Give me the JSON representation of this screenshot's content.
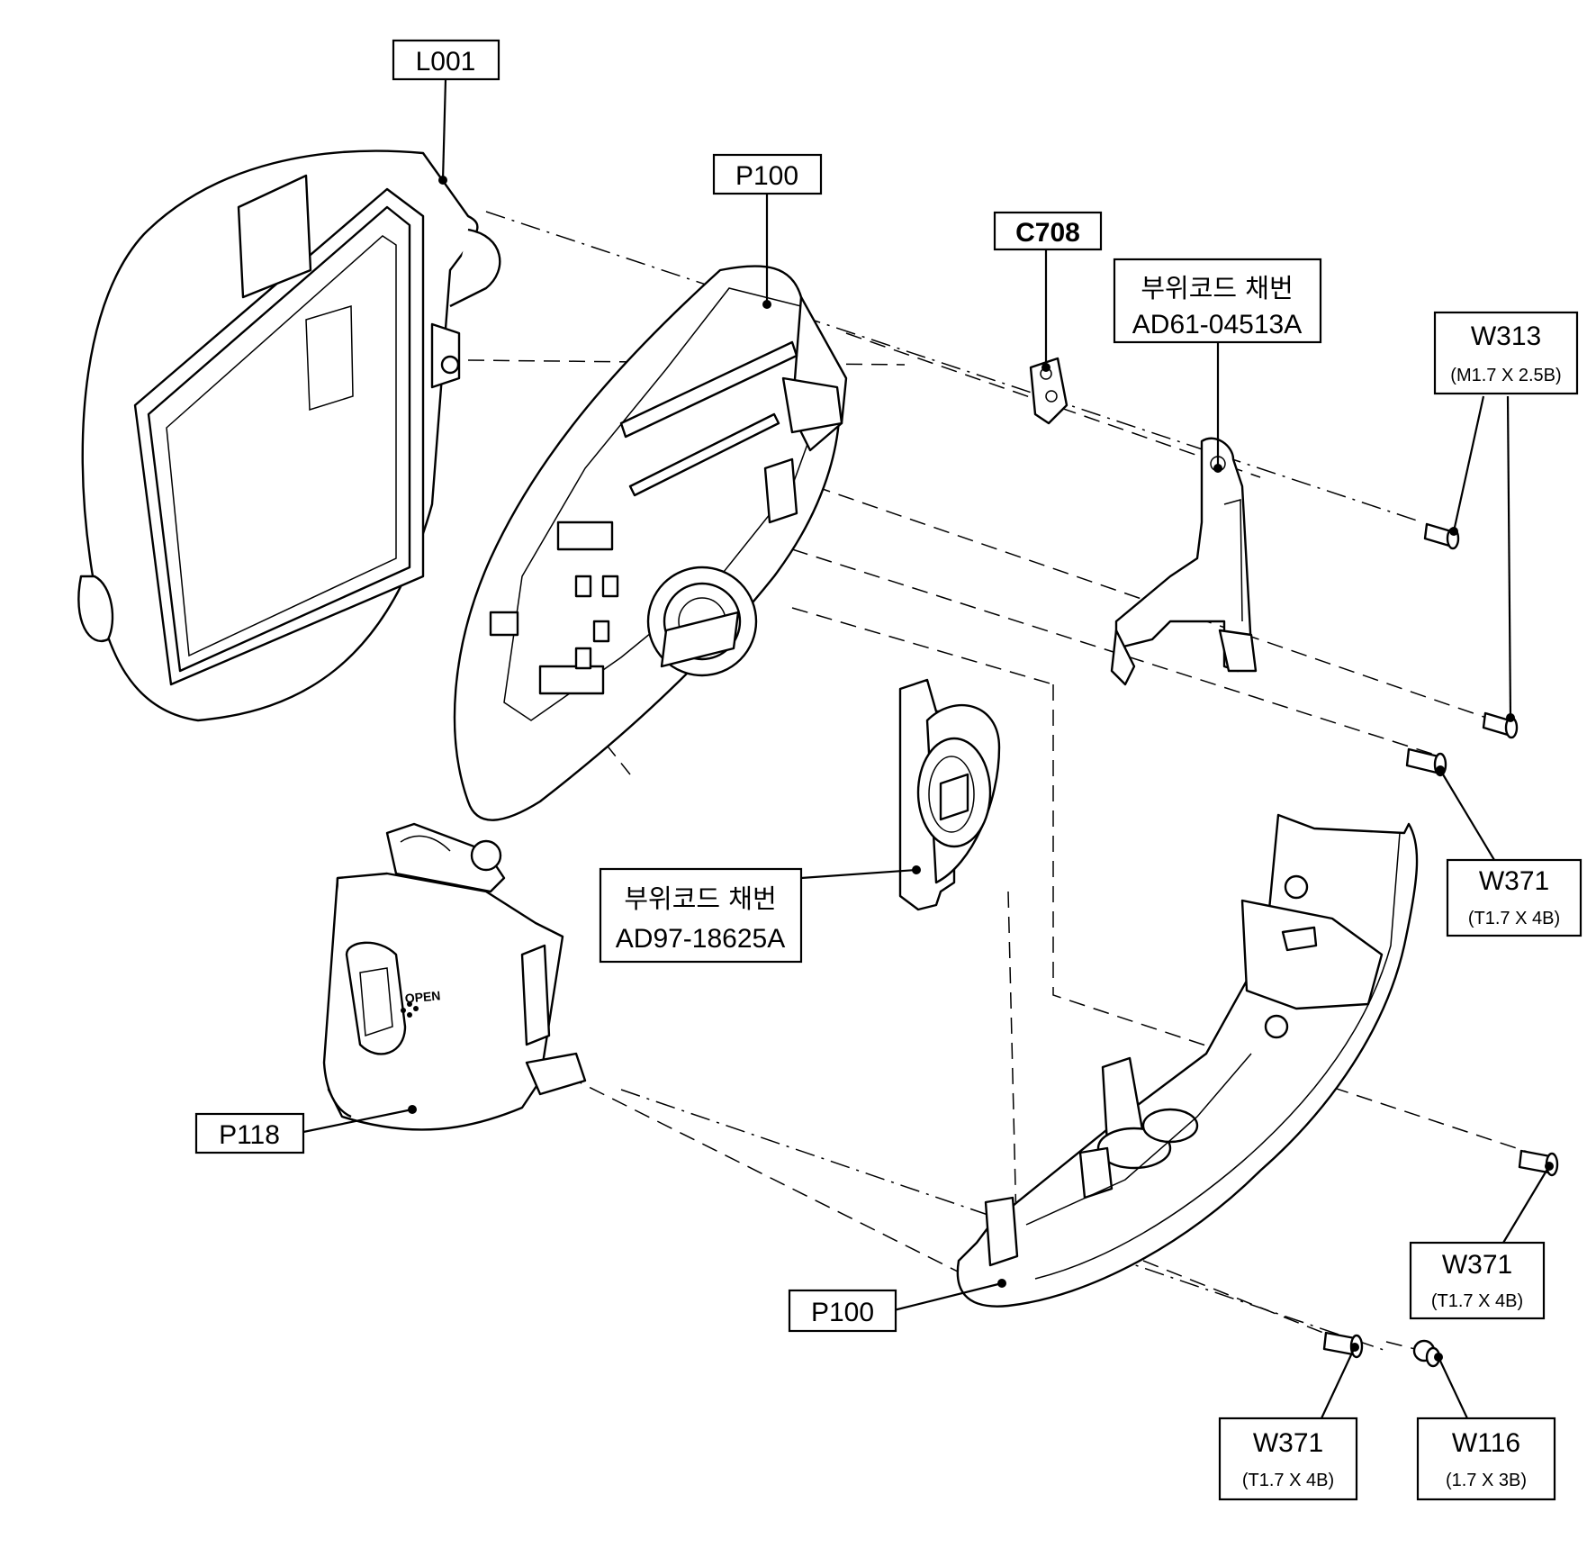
{
  "labels": {
    "l001": "L001",
    "p100_top": "P100",
    "c708": "C708",
    "kor_1": "부위코드 채번",
    "code_1": "AD61-04513A",
    "w313": "W313",
    "w313_spec": "(M1.7 X 2.5B)",
    "w371_a": "W371",
    "w371_a_spec": "(T1.7 X 4B)",
    "kor_2": "부위코드 채번",
    "code_2": "AD97-18625A",
    "p118": "P118",
    "w371_b": "W371",
    "w371_b_spec": "(T1.7 X 4B)",
    "p100_bottom": "P100",
    "w371_c": "W371",
    "w371_c_spec": "(T1.7 X 4B)",
    "w116": "W116",
    "w116_spec": "(1.7 X 3B)"
  },
  "part_text": {
    "open": "OPEN"
  }
}
